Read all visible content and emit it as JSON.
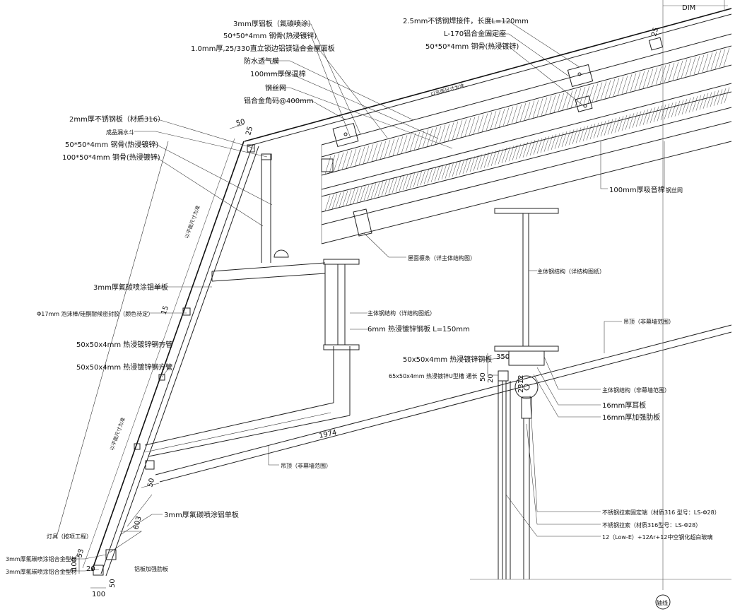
{
  "labels_top_left": [
    "3mm厚铝板（氟碳喷涂）",
    "50*50*4mm 钢骨(热浸镀锌)",
    "1.0mm厚,25/330直立锁边铝镁锰合金屋面板",
    "防水透气膜",
    "100mm厚保温棉",
    "钢丝网",
    "铝合金角码@400mm"
  ],
  "labels_top_right": [
    "2.5mm不锈钢焊接件，长度L=120mm",
    "L-170铝合金固定座",
    "50*50*4mm 钢骨(热浸镀锌)"
  ],
  "labels_left": [
    "2mm厚不锈钢板（材质316）",
    "成品漏水斗",
    "50*50*4mm 钢骨(热浸镀锌)",
    "100*50*4mm 钢骨(热浸镀锌)",
    "3mm厚氟碳喷涂铝单板",
    "Φ17mm 泡沫棒/硅酮耐候密封胶（颜色待定）",
    "50x50x4mm 热浸镀锌钢方管",
    "50x50x4mm 热浸镀锌钢方管",
    "3mm厚氟碳喷涂铝单板",
    "灯具（按项工程）",
    "3mm厚氟碳喷涂铝合金型材",
    "3mm厚氟碳喷涂铝合金型材",
    "铝板加强肋板"
  ],
  "labels_center": [
    "100mm厚吸音棉",
    "钢丝网",
    "屋面檩条（详主体结构图）",
    "主体钢结构（详结构图纸）",
    "主体钢结构（详结构图纸）",
    "6mm 热浸镀锌钢板 L=150mm",
    "吊顶（非幕墙范围）",
    "吊顶（非幕墙范围）"
  ],
  "labels_bottom_right": [
    "50x50x4mm 热浸镀锌钢板",
    "65x50x4mm 热浸镀锌U型槽 通长",
    "主体钢结构（非幕墙范围）",
    "16mm厚耳板",
    "16mm厚加强肋板",
    "不锈钢拉索固定端（材质316 型号：LS-Φ28）",
    "不锈钢拉索（材质316型号：LS-Φ28）",
    "12（Low-E）+12Ar+12中空钢化超白玻璃"
  ],
  "slope_notes": [
    "以平面尺寸为准",
    "以平面尺寸为准",
    "以平面尺寸为准"
  ],
  "dims": {
    "top_50": "50",
    "top_25": "25",
    "roof_25": "25",
    "gap_15": "15",
    "d_1974": "1974",
    "d_50_lower": "50",
    "d_603": "603",
    "d_53": "53",
    "d_100v": "100",
    "d_20": "20",
    "d_50_bottom": "50",
    "d_100_bottom": "100",
    "bracket_50": "50",
    "bracket_20": "20",
    "bracket_2312": "2312",
    "bracket_350": "350",
    "dim_tag": "DIM",
    "axis_tag": "轴线"
  }
}
